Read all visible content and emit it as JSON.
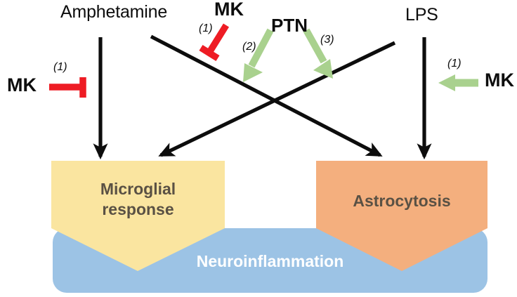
{
  "figure": {
    "type": "pathway-diagram",
    "background_color": "#ffffff"
  },
  "colors": {
    "inhibit_red": "#ee1c24",
    "activate_green": "#a9d18e",
    "arrow_black": "#0d0d0d",
    "microglial_fill": "#fae5a0",
    "astrocytosis_fill": "#f4af7e",
    "neuroinflammation_fill": "#9cc3e5",
    "box_text": "#5a5144",
    "band_text": "#ffffff"
  },
  "stimuli": [
    {
      "id": "amphetamine",
      "label": "Amphetamine"
    },
    {
      "id": "lps",
      "label": "LPS"
    }
  ],
  "modulators": [
    {
      "id": "mk-left",
      "label": "MK",
      "note": "(1)",
      "effect": "inhibit",
      "color": "#ee1c24"
    },
    {
      "id": "mk-top",
      "label": "MK",
      "note": "(1)",
      "effect": "inhibit",
      "color": "#ee1c24"
    },
    {
      "id": "ptn",
      "label": "PTN",
      "note_left": "(2)",
      "note_right": "(3)",
      "effect": "activate",
      "color": "#a9d18e"
    },
    {
      "id": "mk-right",
      "label": "MK",
      "note": "(1)",
      "effect": "activate",
      "color": "#a9d18e"
    }
  ],
  "outcomes": [
    {
      "id": "microglial",
      "label": "Microglial\nresponse",
      "fill": "#fae5a0"
    },
    {
      "id": "astrocytosis",
      "label": "Astrocytosis",
      "fill": "#f4af7e"
    }
  ],
  "band": {
    "id": "neuroinflammation",
    "label": "Neuroinflammation",
    "fill": "#9cc3e5"
  },
  "notes": {
    "n1": "(1)",
    "n1b": "(1)",
    "n1c": "(1)",
    "n2": "(2)",
    "n3": "(3)"
  }
}
